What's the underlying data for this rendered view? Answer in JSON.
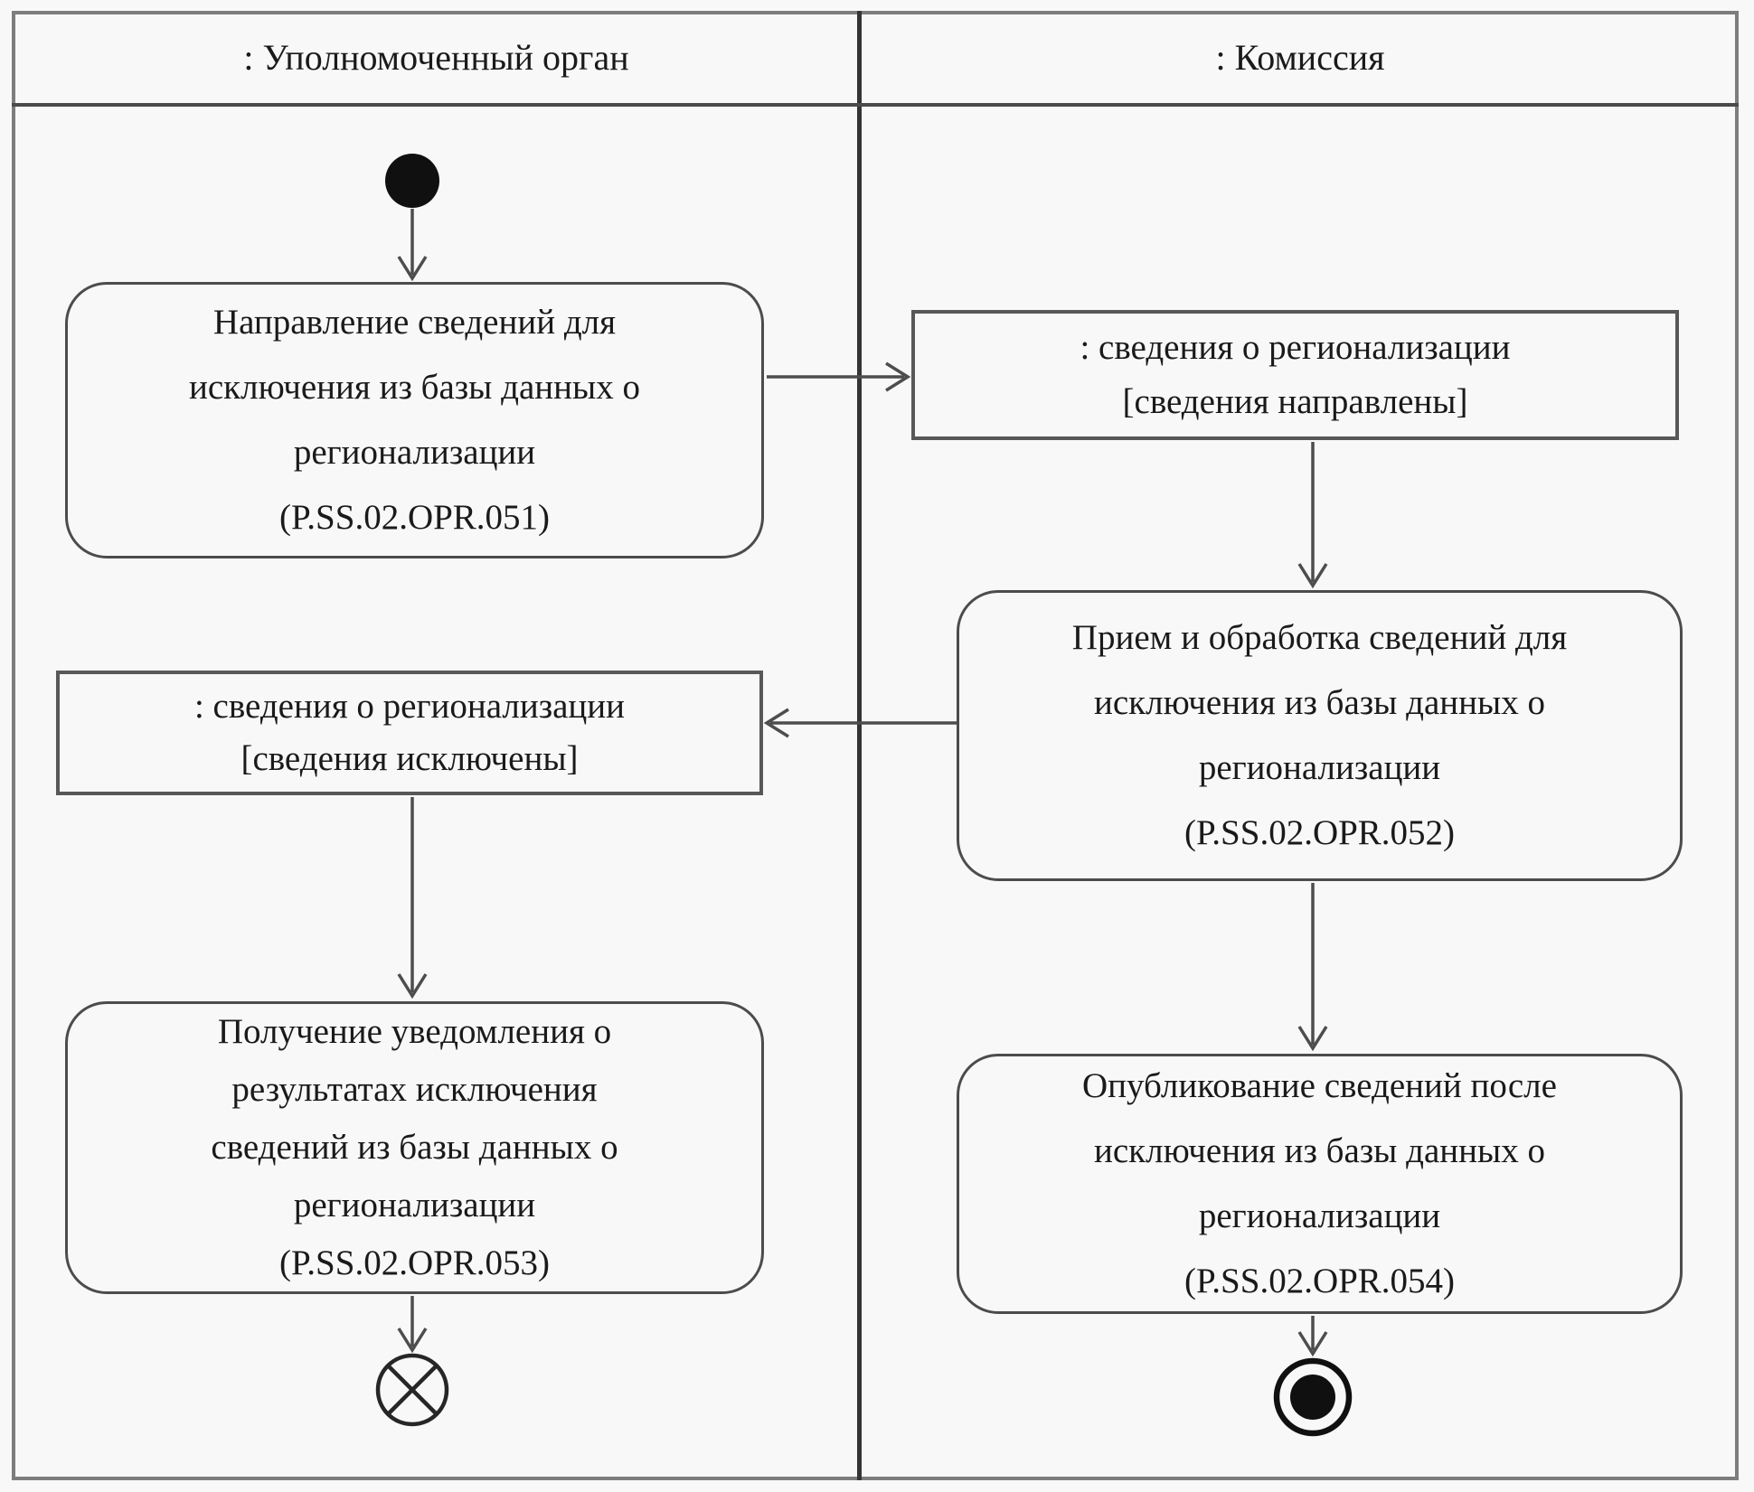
{
  "diagram_type": "uml-activity-swimlane",
  "lanes": [
    {
      "label": ": Уполномоченный орган"
    },
    {
      "label": ": Комиссия"
    }
  ],
  "nodes": {
    "start": {
      "type": "initial-node"
    },
    "activity_051": {
      "lines": [
        "Направление сведений для",
        "исключения из базы данных о",
        "регионализации",
        "(P.SS.02.OPR.051)"
      ]
    },
    "object_sent": {
      "name": ": сведения о регионализации",
      "state": "[сведения направлены]"
    },
    "activity_052": {
      "lines": [
        "Прием и обработка сведений для",
        "исключения из базы данных о",
        "регионализации",
        "(P.SS.02.OPR.052)"
      ]
    },
    "object_excluded": {
      "name": ": сведения о регионализации",
      "state": "[сведения исключены]"
    },
    "activity_053": {
      "lines": [
        "Получение уведомления о",
        "результатах исключения",
        "сведений из базы данных о",
        "регионализации",
        "(P.SS.02.OPR.053)"
      ]
    },
    "activity_054": {
      "lines": [
        "Опубликование сведений после",
        "исключения из базы данных о",
        "регионализации",
        "(P.SS.02.OPR.054)"
      ]
    },
    "flow_final": {
      "type": "flow-final-node"
    },
    "activity_final": {
      "type": "activity-final-node"
    }
  },
  "colors": {
    "background": "#f8f8f8",
    "frame_border": "#7d7d7d",
    "lane_divider": "#343434",
    "box_border": "#4c4c4c",
    "connector": "#4d4d4d",
    "text": "#1a1a1a",
    "node_fill": "#101010"
  }
}
